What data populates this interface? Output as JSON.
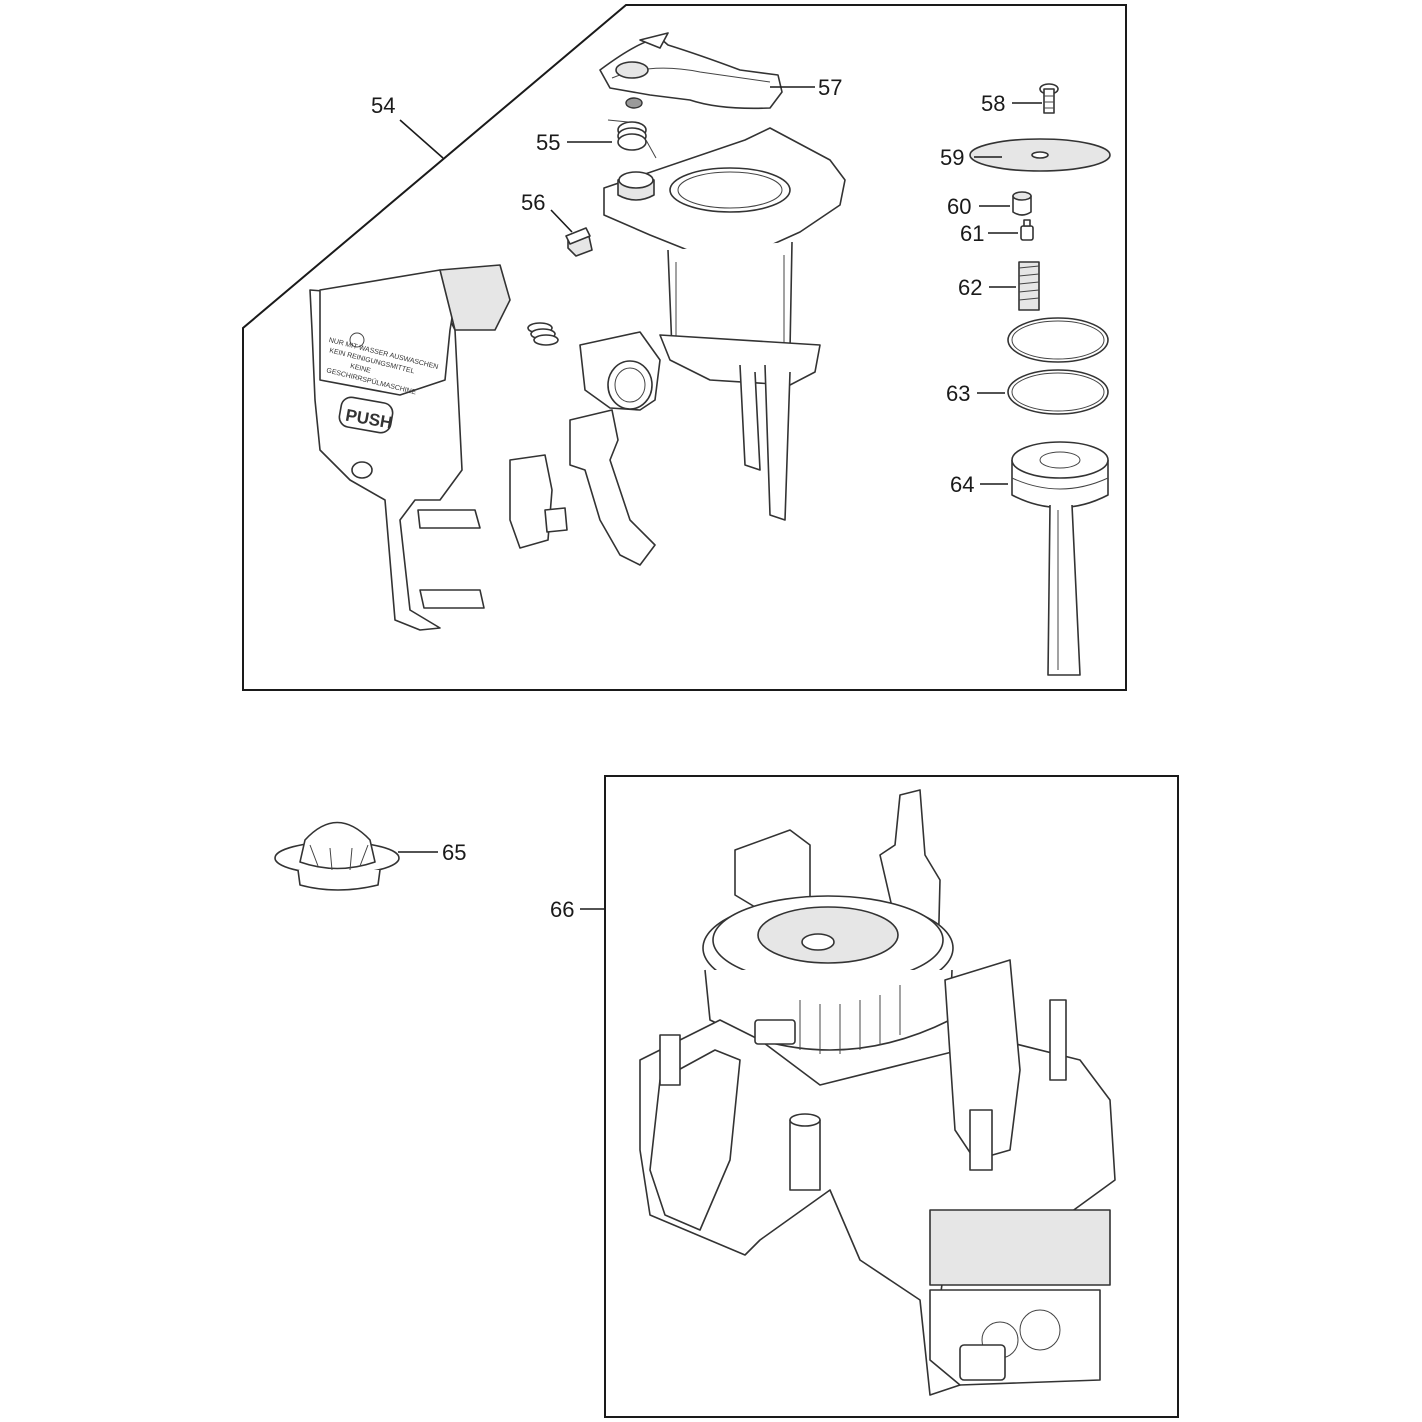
{
  "callouts": {
    "c54": "54",
    "c55": "55",
    "c56": "56",
    "c57": "57",
    "c58": "58",
    "c59": "59",
    "c60": "60",
    "c61": "61",
    "c62": "62",
    "c63": "63",
    "c64": "64",
    "c65": "65",
    "c66": "66"
  },
  "part_markings": {
    "push_label": "PUSH",
    "warning_lines": [
      "NUR MIT WASSER AUSWASCHEN",
      "KEIN REINIGUNGSMITTEL",
      "KEINE",
      "GESCHIRRSPÜLMASCHINE"
    ]
  }
}
